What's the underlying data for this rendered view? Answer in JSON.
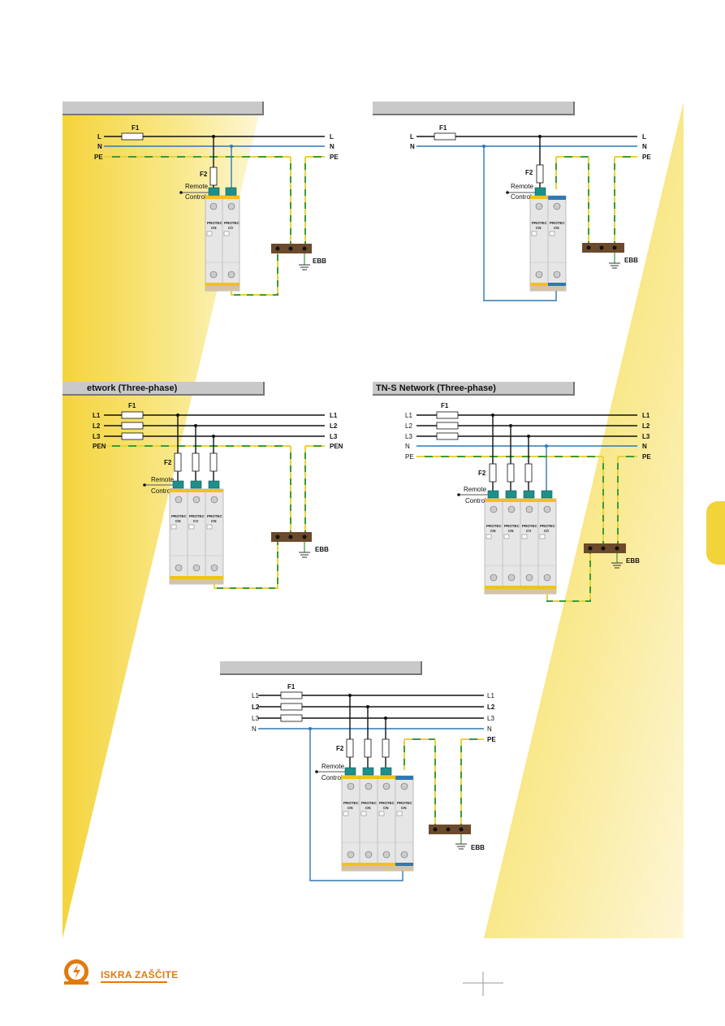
{
  "page": {
    "background": "#ffffff",
    "accent_yellow": "#f5d64a"
  },
  "panels": [
    {
      "id": "p1",
      "title": ""
    },
    {
      "id": "p2",
      "title": ""
    },
    {
      "id": "p3",
      "title": "etwork (Three-phase)"
    },
    {
      "id": "p4",
      "title": "TN-S Network (Three-phase)"
    },
    {
      "id": "p5",
      "title": ""
    }
  ],
  "labels": {
    "L": "L",
    "N": "N",
    "PE": "PE",
    "PEN": "PEN",
    "L1": "L1",
    "L2": "L2",
    "L3": "L3",
    "F1": "F1",
    "F2": "F2",
    "remote": "Remote",
    "control": "Control",
    "ebb": "EBB",
    "module_line1": "PROTEC",
    "module_line2_a": "CN",
    "module_line2_b": "C/I",
    "module_line2_c": "CV"
  },
  "colors": {
    "phase": "#111111",
    "neutral": "#2f78b5",
    "pe_green": "#3a9a3a",
    "pe_yellow": "#e8d23a",
    "terminal": "#1f8f8a",
    "ebb": "#6b4a2b",
    "module": "#e6e6e6",
    "module_stripe": "#f1c21b"
  },
  "footer": {
    "brand": "ISKRA ZAŠČITE",
    "logo_icon": "iskra-logo-icon"
  }
}
